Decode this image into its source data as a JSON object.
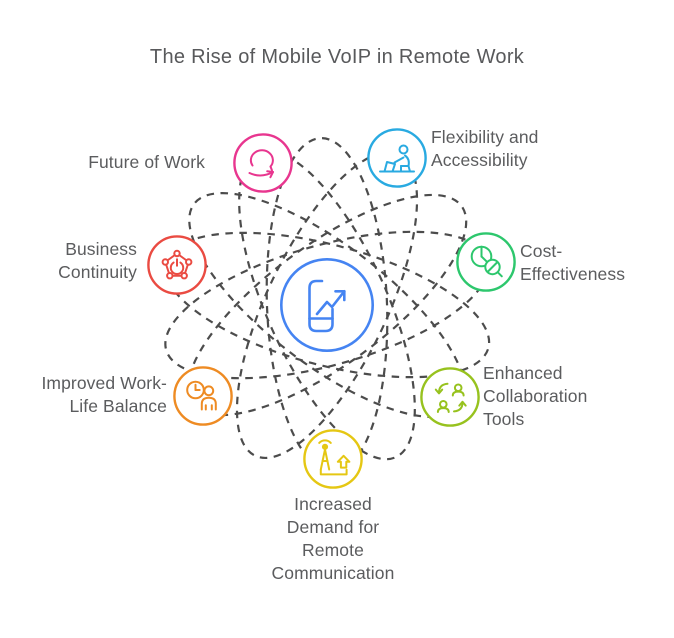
{
  "title": {
    "text": "The Rise of Mobile VoIP in Remote Work",
    "color": "#58595b"
  },
  "petals": {
    "color": "#4c4c4c",
    "count": 7,
    "line_style": "dashed"
  },
  "center": {
    "icon": "smartphone-growth-arrow",
    "color": "#4584f2"
  },
  "label_color": "#5b5c5e",
  "background_color": "#ffffff",
  "nodes": [
    {
      "label": "Future of Work",
      "color": "#e8368f",
      "icon": "speech-bubble-arrow",
      "position": "top-left"
    },
    {
      "label": "Flexibility and\nAccessibility",
      "color": "#29aae1",
      "icon": "person-at-desk",
      "position": "top-right"
    },
    {
      "label": "Business\nContinuity",
      "color": "#ea4b42",
      "icon": "network-power",
      "position": "left"
    },
    {
      "label": "Cost-\nEffectiveness",
      "color": "#2dc76d",
      "icon": "pie-chart-magnifier",
      "position": "right"
    },
    {
      "label": "Improved Work-\nLife Balance",
      "color": "#ee8b23",
      "icon": "clock-person",
      "position": "bottom-left"
    },
    {
      "label": "Enhanced\nCollaboration\nTools",
      "color": "#97c21e",
      "icon": "people-swap-arrows",
      "position": "bottom-right"
    },
    {
      "label": "Increased\nDemand for\nRemote\nCommunication",
      "color": "#e5c713",
      "icon": "antenna-up-arrow",
      "position": "bottom"
    }
  ]
}
